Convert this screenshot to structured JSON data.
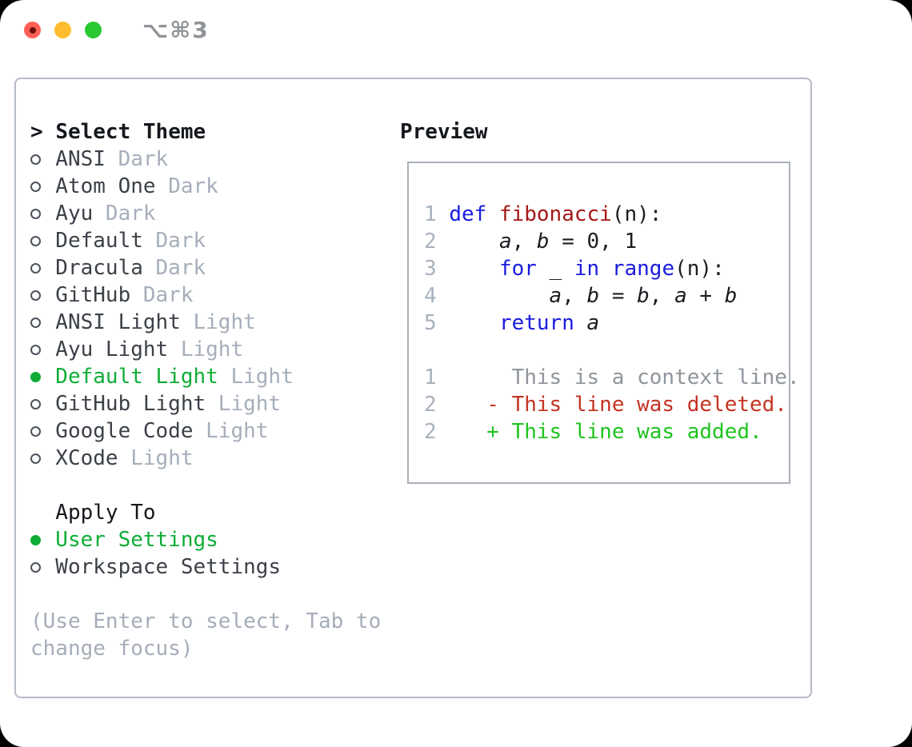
{
  "window": {
    "title": "⌥⌘3"
  },
  "titlebar_buttons": [
    {
      "name": "close"
    },
    {
      "name": "minimize"
    },
    {
      "name": "zoom"
    }
  ],
  "theme_picker": {
    "header": {
      "marker": ">",
      "label": "Select Theme"
    },
    "items": [
      {
        "name": "ANSI",
        "variant": "Dark",
        "selected": false
      },
      {
        "name": "Atom One",
        "variant": "Dark",
        "selected": false
      },
      {
        "name": "Ayu",
        "variant": "Dark",
        "selected": false
      },
      {
        "name": "Default",
        "variant": "Dark",
        "selected": false
      },
      {
        "name": "Dracula",
        "variant": "Dark",
        "selected": false
      },
      {
        "name": "GitHub",
        "variant": "Dark",
        "selected": false
      },
      {
        "name": "ANSI Light",
        "variant": "Light",
        "selected": false
      },
      {
        "name": "Ayu Light",
        "variant": "Light",
        "selected": false
      },
      {
        "name": "Default Light",
        "variant": "Light",
        "selected": true
      },
      {
        "name": "GitHub Light",
        "variant": "Light",
        "selected": false
      },
      {
        "name": "Google Code",
        "variant": "Light",
        "selected": false
      },
      {
        "name": "XCode",
        "variant": "Light",
        "selected": false
      }
    ],
    "apply_to": {
      "label": "Apply To",
      "options": [
        {
          "name": "User Settings",
          "selected": true
        },
        {
          "name": "Workspace Settings",
          "selected": false
        }
      ]
    },
    "hint_lines": [
      "(Use Enter to select, Tab to",
      "change focus)"
    ]
  },
  "preview": {
    "title": "Preview",
    "code_lines": [
      {
        "num": "1",
        "segments": [
          {
            "t": "def",
            "c": "kw"
          },
          {
            "t": " "
          },
          {
            "t": "fibonacci",
            "c": "fn"
          },
          {
            "t": "(n):"
          }
        ]
      },
      {
        "num": "2",
        "segments": [
          {
            "t": "    "
          },
          {
            "t": "a",
            "c": "var"
          },
          {
            "t": ", "
          },
          {
            "t": "b",
            "c": "var"
          },
          {
            "t": " = 0, 1"
          }
        ]
      },
      {
        "num": "3",
        "segments": [
          {
            "t": "    "
          },
          {
            "t": "for",
            "c": "kw"
          },
          {
            "t": " _ "
          },
          {
            "t": "in",
            "c": "kw"
          },
          {
            "t": " "
          },
          {
            "t": "range",
            "c": "kw"
          },
          {
            "t": "(n):"
          }
        ]
      },
      {
        "num": "4",
        "segments": [
          {
            "t": "        "
          },
          {
            "t": "a",
            "c": "var"
          },
          {
            "t": ", "
          },
          {
            "t": "b",
            "c": "var"
          },
          {
            "t": " = "
          },
          {
            "t": "b",
            "c": "var"
          },
          {
            "t": ", "
          },
          {
            "t": "a",
            "c": "var"
          },
          {
            "t": " + "
          },
          {
            "t": "b",
            "c": "var"
          }
        ]
      },
      {
        "num": "5",
        "segments": [
          {
            "t": "    "
          },
          {
            "t": "return",
            "c": "kw"
          },
          {
            "t": " "
          },
          {
            "t": "a",
            "c": "var"
          }
        ]
      }
    ],
    "diff_lines": [
      {
        "num": "1",
        "segments": [
          {
            "t": "     This is a context line.",
            "c": "ctx"
          }
        ]
      },
      {
        "num": "2",
        "segments": [
          {
            "t": "   "
          },
          {
            "t": "- This line was deleted.",
            "c": "del"
          }
        ]
      },
      {
        "num": "2",
        "segments": [
          {
            "t": "   "
          },
          {
            "t": "+ This line was added.",
            "c": "add"
          }
        ]
      }
    ]
  },
  "colors": {
    "accent_green": "#0fad36",
    "diff_add": "#1ec41e",
    "diff_del": "#c53423",
    "keyword_blue": "#1b1bdf",
    "function_red": "#a61717",
    "line_number_gray": "#a9b1bd",
    "context_gray": "#8f959c",
    "muted_gray": "#a6aebb",
    "hint_gray": "#a5adb9",
    "text_dark": "#3c4148",
    "heading_black": "#15181d",
    "panel_border": "#b4bbc5",
    "preview_border": "#aab0ba",
    "traffic_red": "#ff5f57",
    "traffic_yellow": "#febc2e",
    "traffic_green": "#2ac833",
    "title_gray": "#909499"
  }
}
